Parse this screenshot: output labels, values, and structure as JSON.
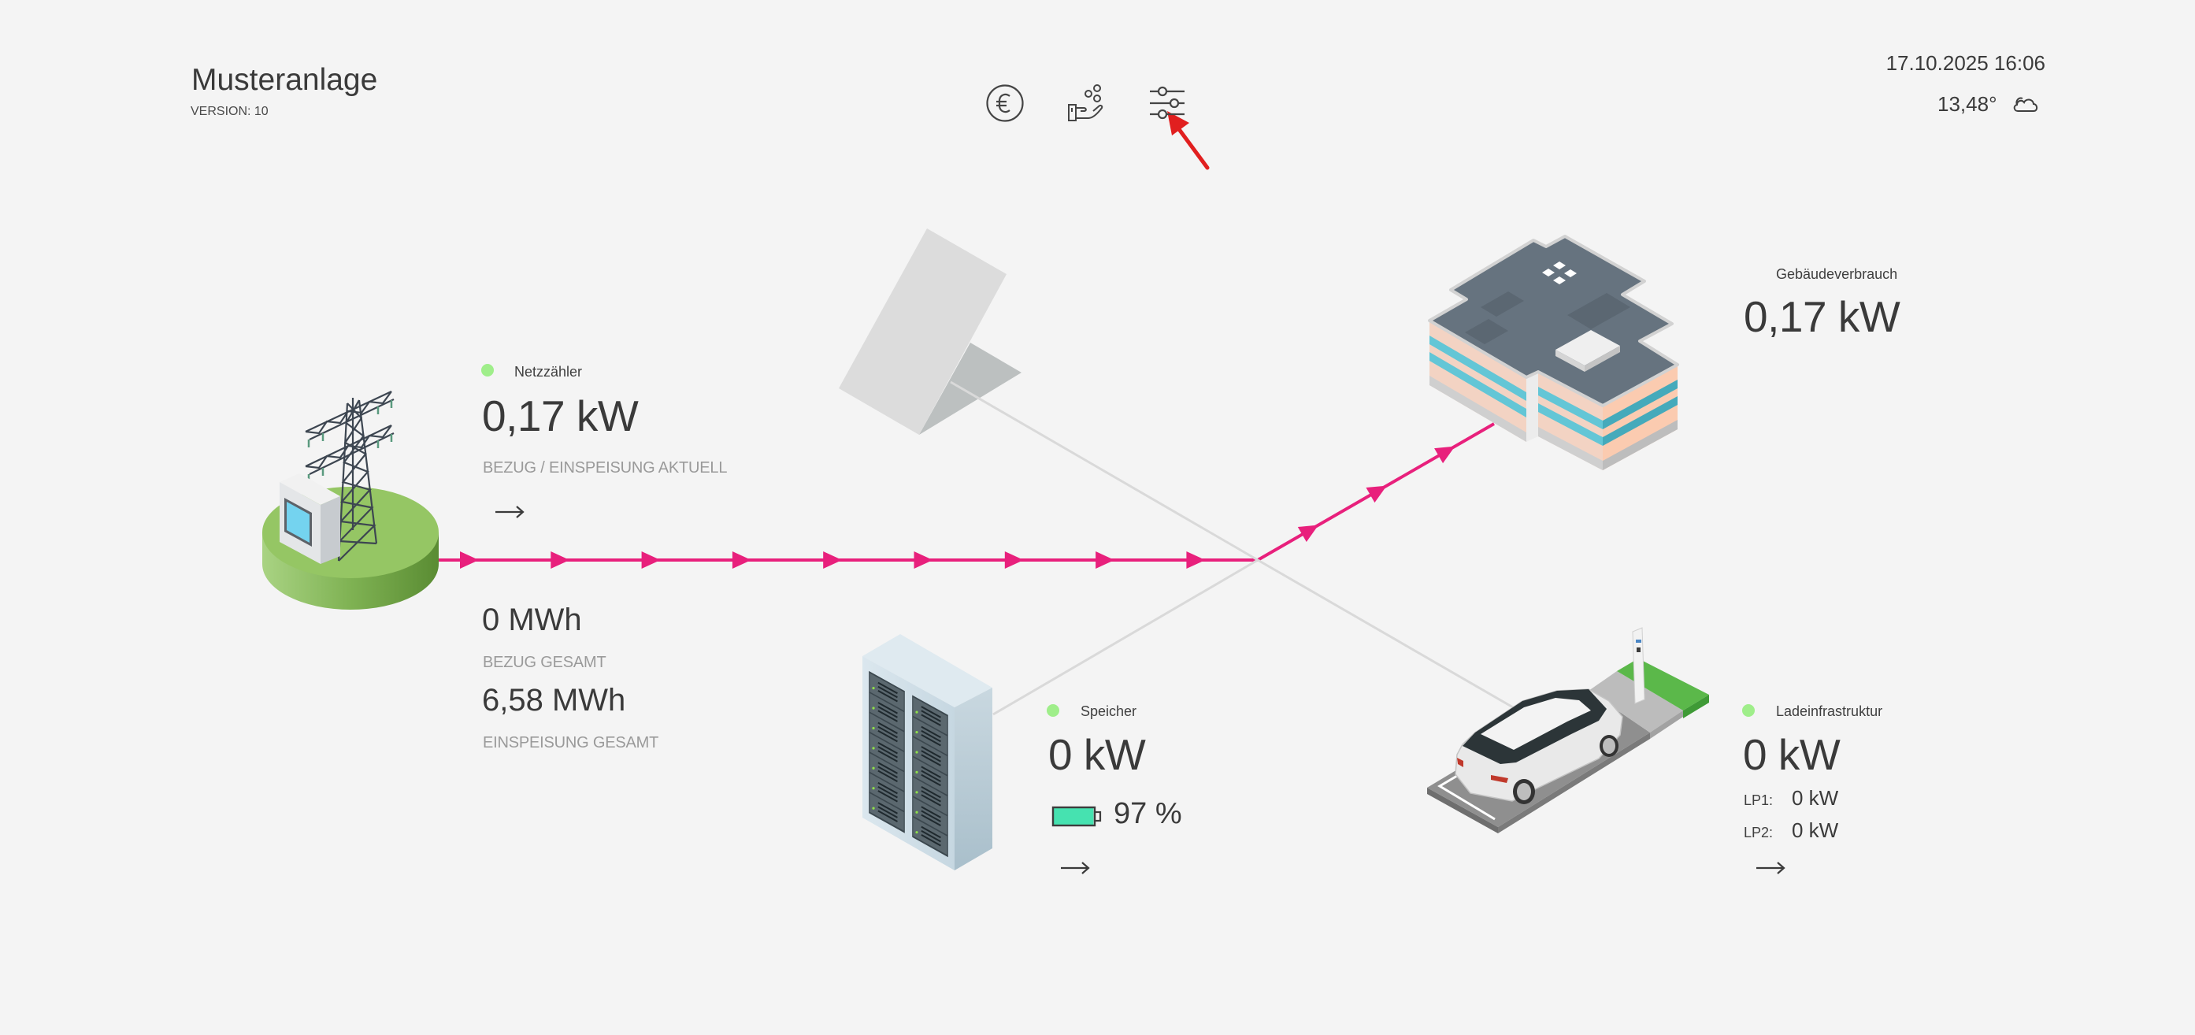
{
  "header": {
    "title": "Musteranlage",
    "version": "VERSION: 10",
    "datetime": "17.10.2025 16:06",
    "temperature": "13,48°",
    "weather_icon": "cloud-icon"
  },
  "toolbar": [
    {
      "name": "costs",
      "icon": "euro-icon"
    },
    {
      "name": "savings",
      "icon": "hand-coins-icon"
    },
    {
      "name": "settings",
      "icon": "sliders-icon"
    }
  ],
  "annotation": {
    "type": "arrow",
    "points_to": "settings"
  },
  "nodes": {
    "grid": {
      "label": "Netzzähler",
      "status": "online",
      "power": "0,17 kW",
      "power_caption": "BEZUG / EINSPEISUNG AKTUELL",
      "import_total": "0 MWh",
      "import_caption": "BEZUG GESAMT",
      "export_total": "6,58 MWh",
      "export_caption": "EINSPEISUNG GESAMT"
    },
    "solar": {
      "status": "inactive"
    },
    "battery": {
      "label": "Speicher",
      "status": "online",
      "power": "0 kW",
      "soc_text": "97 %",
      "soc_percent": 97
    },
    "building": {
      "label": "Gebäudeverbrauch",
      "power": "0,17 kW"
    },
    "charging": {
      "label": "Ladeinfrastruktur",
      "status": "online",
      "power": "0 kW",
      "points": [
        {
          "label": "LP1:",
          "power": "0 kW"
        },
        {
          "label": "LP2:",
          "power": "0 kW"
        }
      ]
    }
  },
  "flows": [
    {
      "from": "grid",
      "to": "junction",
      "active": true
    },
    {
      "from": "junction",
      "to": "building",
      "active": true
    },
    {
      "from": "solar",
      "to": "junction",
      "active": false
    },
    {
      "from": "junction",
      "to": "charging",
      "active": false
    },
    {
      "from": "battery",
      "to": "junction",
      "active": false
    }
  ],
  "colors": {
    "background": "#F4F4F4",
    "active_flow": "#E8207C",
    "inactive_flow": "#D9D9D9",
    "status_online": "#9FEE8A",
    "battery_fill": "#46E2B0",
    "annotation_arrow": "#E11F1F"
  }
}
